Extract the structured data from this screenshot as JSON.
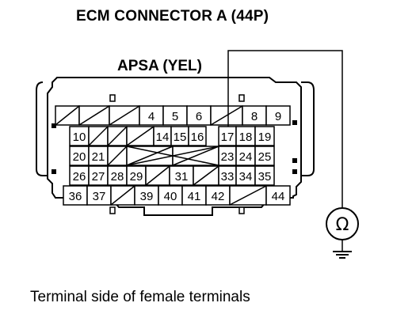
{
  "title": "ECM CONNECTOR A (44P)",
  "signal_label": "APSA (YEL)",
  "caption": "Terminal side of female terminals",
  "meter_symbol": "Ω",
  "probe_terminal": "17",
  "rows": [
    [
      "",
      "",
      "",
      "4",
      "5",
      "6",
      "",
      "8",
      "9"
    ],
    [
      "10",
      "",
      "",
      "",
      "14",
      "15",
      "16",
      "17",
      "18",
      "19"
    ],
    [
      "20",
      "21",
      "",
      "",
      "",
      "",
      "",
      "23",
      "24",
      "25"
    ],
    [
      "26",
      "27",
      "28",
      "29",
      "",
      "31",
      "",
      "33",
      "34",
      "35"
    ],
    [
      "36",
      "37",
      "",
      "39",
      "40",
      "41",
      "42",
      "",
      "44"
    ]
  ]
}
